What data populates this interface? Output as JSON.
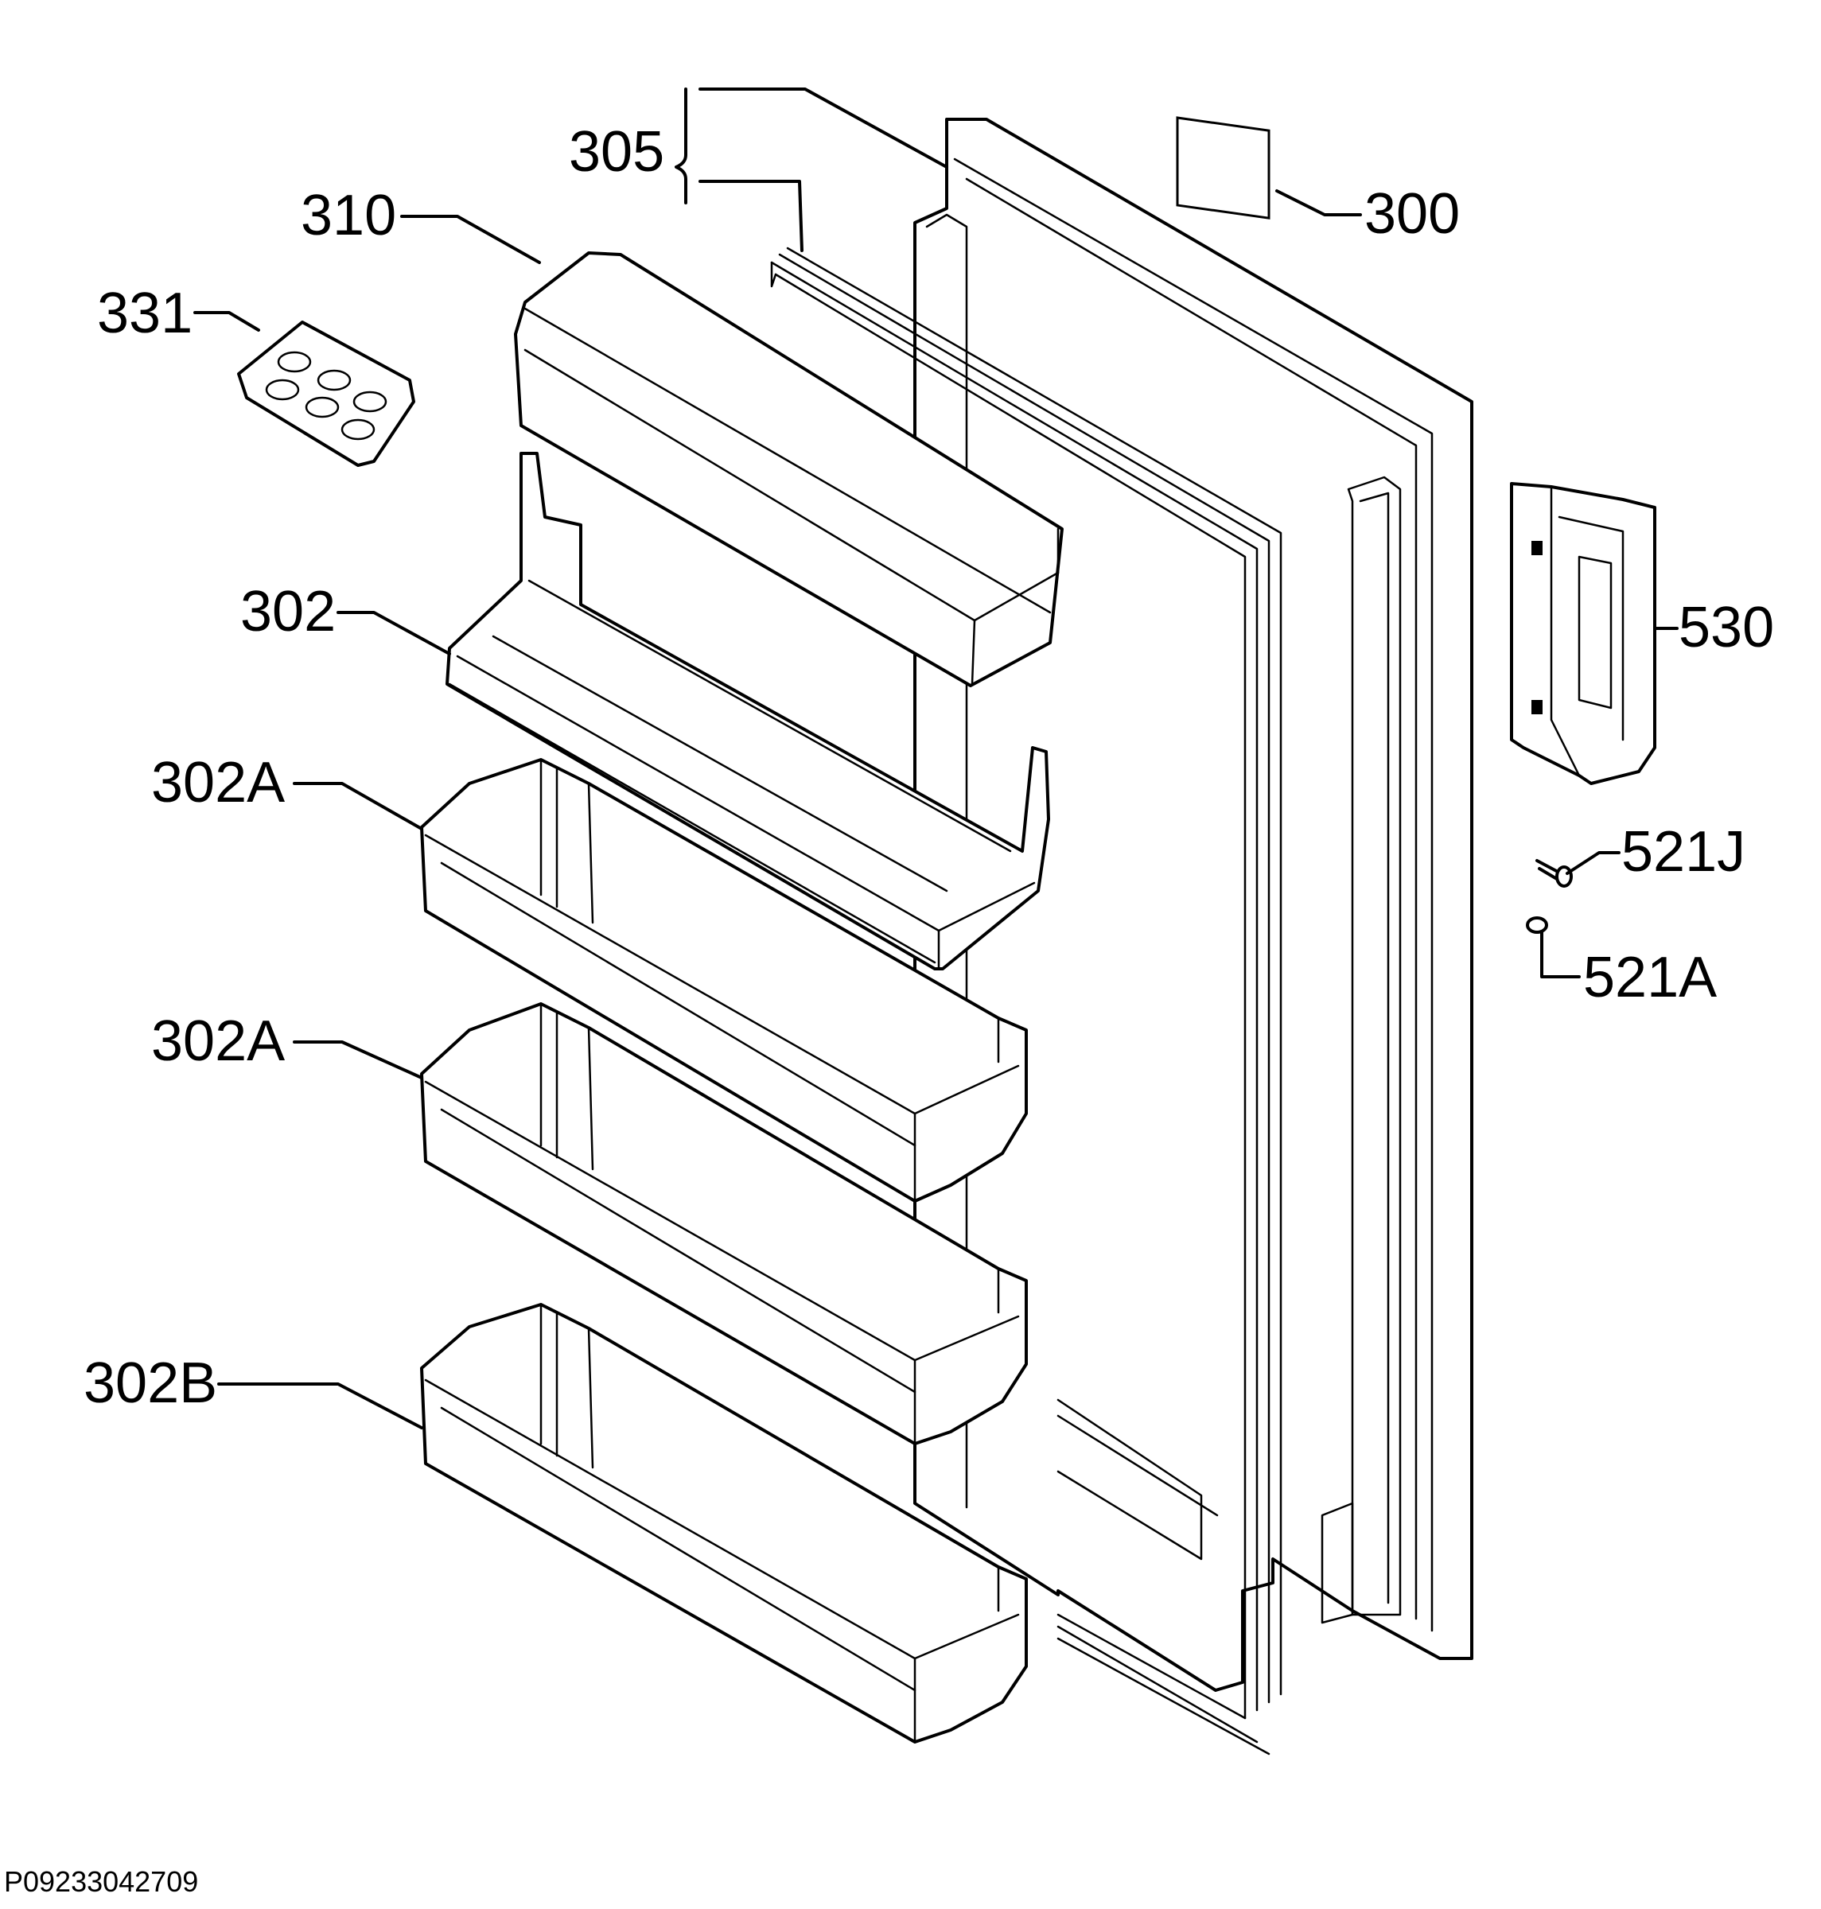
{
  "labels": {
    "l305": "305",
    "l300": "300",
    "l310": "310",
    "l331": "331",
    "l302": "302",
    "l302a_1": "302A",
    "l302a_2": "302A",
    "l302b": "302B",
    "l530": "530",
    "l521j": "521J",
    "l521a": "521A"
  },
  "document_code": "P09233042709"
}
